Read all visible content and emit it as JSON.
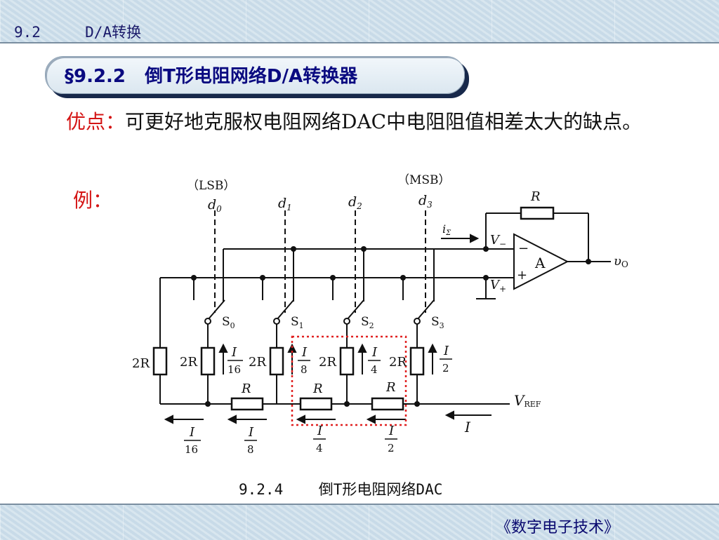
{
  "header": {
    "section": "9.2",
    "topic": "D/A转换"
  },
  "title": "§9.2.2   倒T形电阻网络D/A转换器",
  "advantage": {
    "label": "优点：",
    "text": "可更好地克服权电阻网络DAC中电阻阻值相差太大的缺点。"
  },
  "example_label": "例：",
  "diagram": {
    "lsb_label": "（LSB）",
    "msb_label": "（MSB）",
    "bits": [
      "d",
      "d",
      "d",
      "d"
    ],
    "bit_subscripts": [
      "0",
      "1",
      "2",
      "3"
    ],
    "switch_names": [
      "S",
      "S",
      "S",
      "S"
    ],
    "resistor_labels": [
      "2R",
      "2R",
      "2R",
      "2R",
      "2R",
      "R",
      "R",
      "R",
      "R"
    ],
    "branch_currents": [
      "I",
      "16",
      "I",
      "8",
      "I",
      "4",
      "I",
      "2"
    ],
    "bottom_currents": [
      "I",
      "16",
      "I",
      "8",
      "I",
      "4",
      "I",
      "2"
    ],
    "vref_label": "V",
    "vref_sub": "REF",
    "total_current": "I",
    "isum_label": "i",
    "isum_sub": "Σ",
    "opamp_label": "A",
    "v_minus": "V",
    "v_plus": "V",
    "minus_sign": "−",
    "plus_sign": "+",
    "output_label": "υ",
    "output_sub": "O"
  },
  "caption": "9.2.4    倒T形电阻网络DAC",
  "footer": "《数字电子技术》"
}
